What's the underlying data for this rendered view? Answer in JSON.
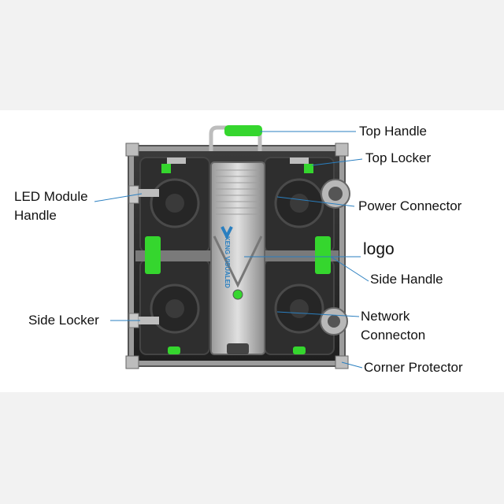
{
  "labels": {
    "top_handle": "Top Handle",
    "top_locker": "Top Locker",
    "led_module_handle_line1": "LED Module",
    "led_module_handle_line2": "Handle",
    "power_connector": "Power Connector",
    "logo": "logo",
    "side_handle": "Side Handle",
    "side_locker": "Side Locker",
    "network_connection_line1": "Network",
    "network_connection_line2": "Connecton",
    "corner_protector": "Corner Protector"
  },
  "logo_text": "KENG VISUALED",
  "colors": {
    "accent_green": "#35d62e",
    "cabinet_dark": "#2a2a2a",
    "cabinet_mid": "#555555",
    "frame_silver": "#c4c4c4",
    "leader_line": "#2a7fc0"
  }
}
